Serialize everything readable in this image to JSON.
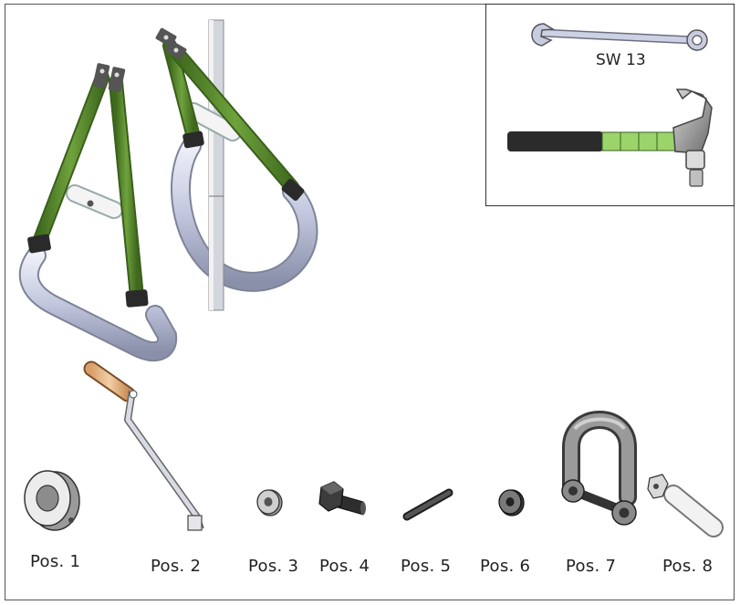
{
  "tools": {
    "wrench_label": "SW 13",
    "colors": {
      "green": "#5d8a32",
      "light_green": "#9bd46a",
      "steel": "#c4c9e0",
      "dark": "#2b2b2b",
      "wood": "#e8b88a"
    }
  },
  "parts": [
    {
      "label": "Pos. 1"
    },
    {
      "label": "Pos. 2"
    },
    {
      "label": "Pos. 3"
    },
    {
      "label": "Pos. 4"
    },
    {
      "label": "Pos. 5"
    },
    {
      "label": "Pos. 6"
    },
    {
      "label": "Pos. 7"
    },
    {
      "label": "Pos. 8"
    }
  ]
}
